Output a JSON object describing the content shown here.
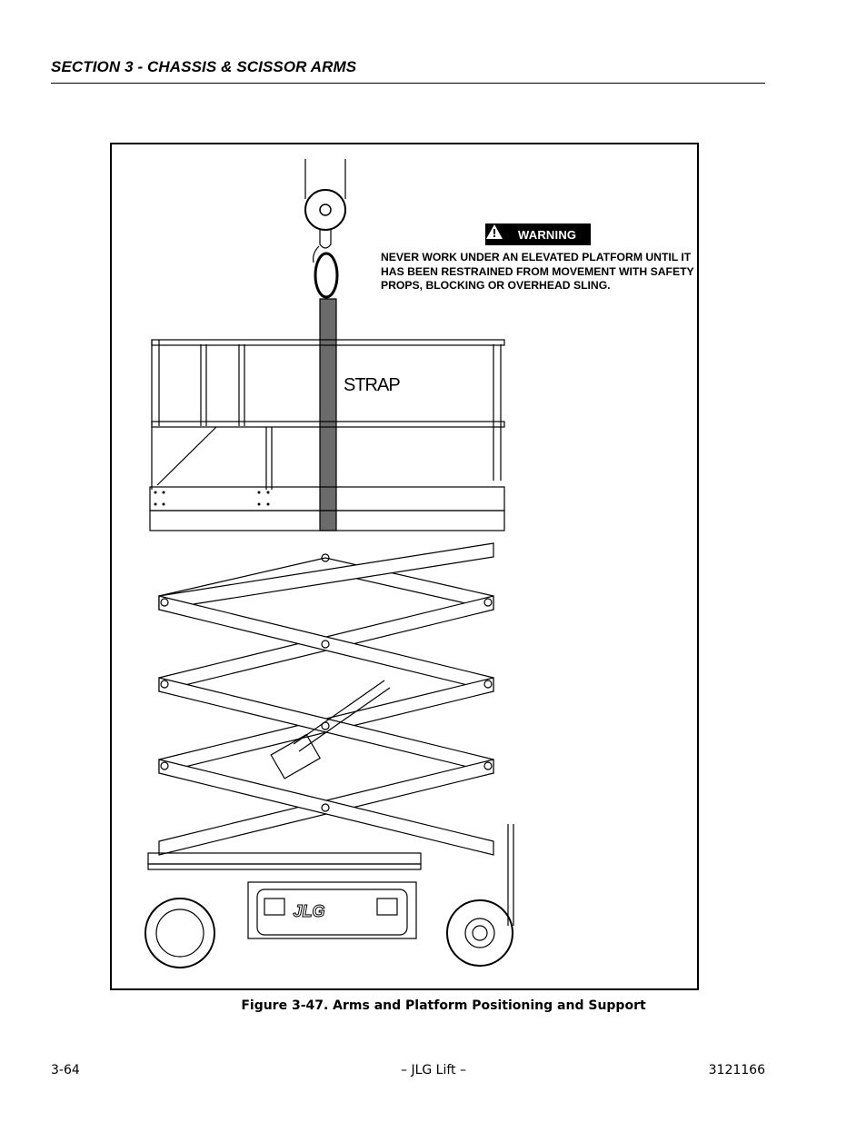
{
  "header": {
    "section_title": "SECTION 3 - CHASSIS & SCISSOR ARMS"
  },
  "figure": {
    "warning_label": "WARNING",
    "warning_text": "NEVER WORK UNDER AN ELEVATED PLATFORM UNTIL IT HAS BEEN RESTRAINED FROM MOVEMENT WITH SAFETY PROPS, BLOCKING OR OVERHEAD SLING.",
    "strap_label": "STRAP",
    "logo_text": "JLG",
    "caption": "Figure 3-47.  Arms and Platform Positioning and Support"
  },
  "footer": {
    "page_number": "3-64",
    "center_text": "– JLG Lift –",
    "doc_number": "3121166"
  }
}
